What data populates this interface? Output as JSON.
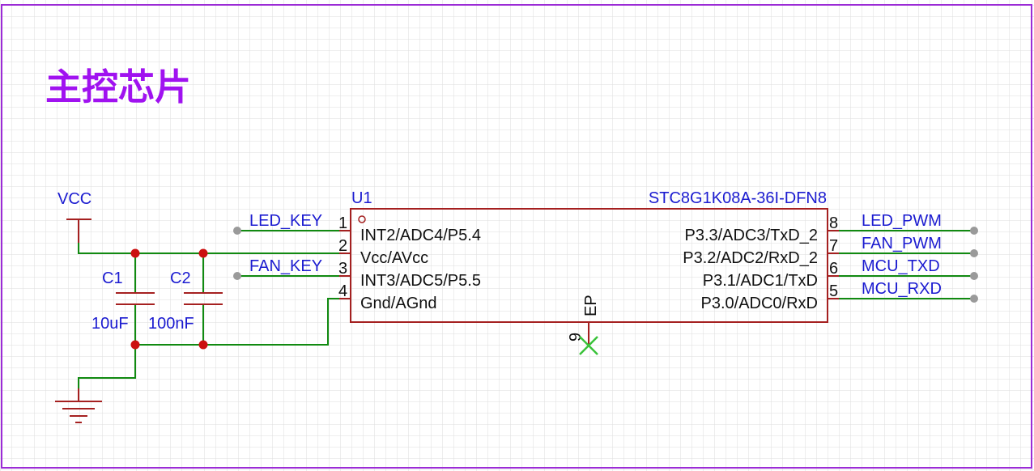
{
  "title": "主控芯片",
  "colors": {
    "border": "#9b2bd6",
    "title": "#a012f0",
    "wire": "#118a11",
    "part": "#a52020",
    "junction": "#cc1111",
    "label": "#1b1bd0",
    "pin_text": "#111111",
    "no_connect": "#39c239",
    "port_dot": "#9a9a9a",
    "grid": "#dddddd"
  },
  "power": {
    "vcc_label": "VCC"
  },
  "capacitors": [
    {
      "ref": "C1",
      "value": "10uF"
    },
    {
      "ref": "C2",
      "value": "100nF"
    }
  ],
  "chip": {
    "ref": "U1",
    "part_number": "STC8G1K08A-36I-DFN8",
    "left_pins": [
      {
        "number": "1",
        "name": "INT2/ADC4/P5.4",
        "net": "LED_KEY"
      },
      {
        "number": "2",
        "name": "Vcc/AVcc",
        "net": ""
      },
      {
        "number": "3",
        "name": "INT3/ADC5/P5.5",
        "net": "FAN_KEY"
      },
      {
        "number": "4",
        "name": "Gnd/AGnd",
        "net": ""
      }
    ],
    "right_pins": [
      {
        "number": "8",
        "name": "P3.3/ADC3/TxD_2",
        "net": "LED_PWM"
      },
      {
        "number": "7",
        "name": "P3.2/ADC2/RxD_2",
        "net": "FAN_PWM"
      },
      {
        "number": "6",
        "name": "P3.1/ADC1/TxD",
        "net": "MCU_TXD"
      },
      {
        "number": "5",
        "name": "P3.0/ADC0/RxD",
        "net": "MCU_RXD"
      }
    ],
    "bottom_pin": {
      "number": "9",
      "name": "EP"
    }
  }
}
